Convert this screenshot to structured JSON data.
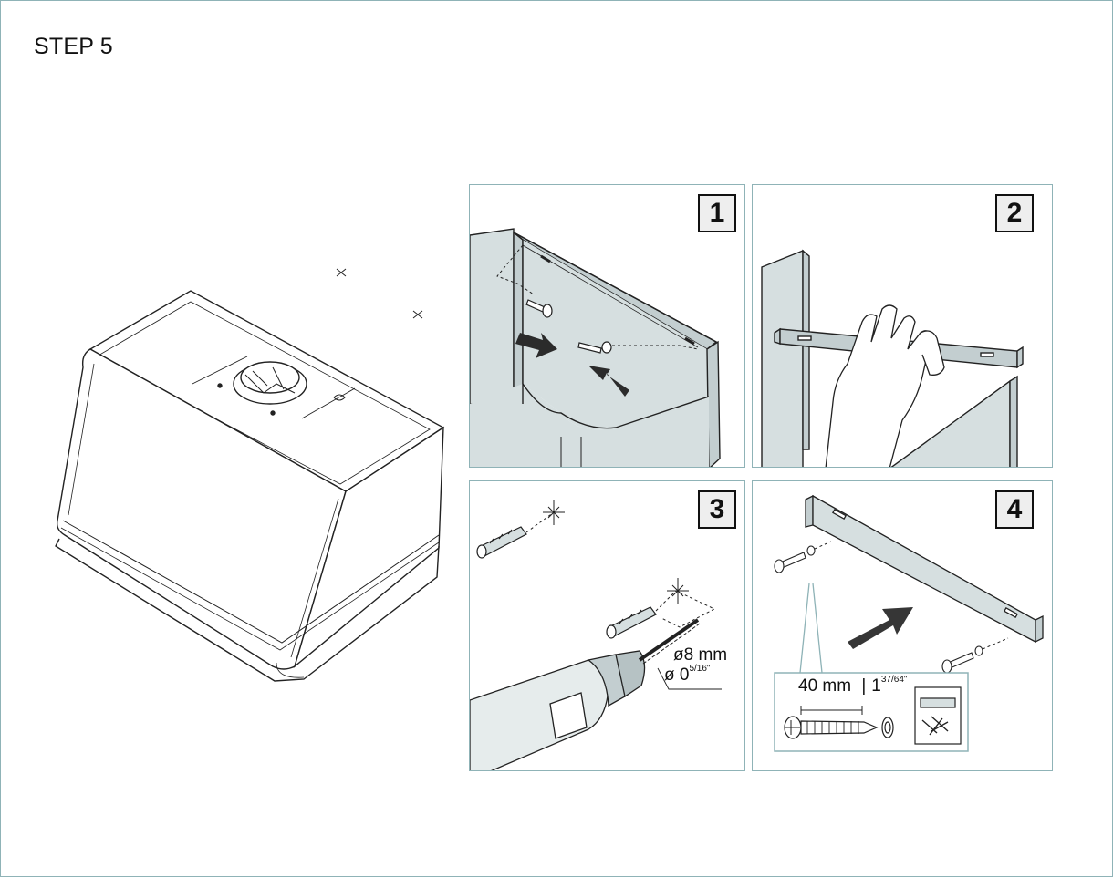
{
  "title": "STEP 5",
  "panels": [
    {
      "number": "1"
    },
    {
      "number": "2"
    },
    {
      "number": "3"
    },
    {
      "number": "4"
    }
  ],
  "drill_spec": {
    "metric": "ø8 mm",
    "imperial_prefix": "ø 0",
    "imperial_fraction": "5/16\""
  },
  "screw_spec": {
    "length_metric": "40 mm",
    "separator": "|",
    "length_imperial_whole": "1",
    "length_imperial_fraction": "37/64\""
  },
  "colors": {
    "frame": "#8fb3b7",
    "panel_fill": "#d6dfe0",
    "arrow": "#2b2b2b",
    "badge_fill": "#eeeeee"
  }
}
